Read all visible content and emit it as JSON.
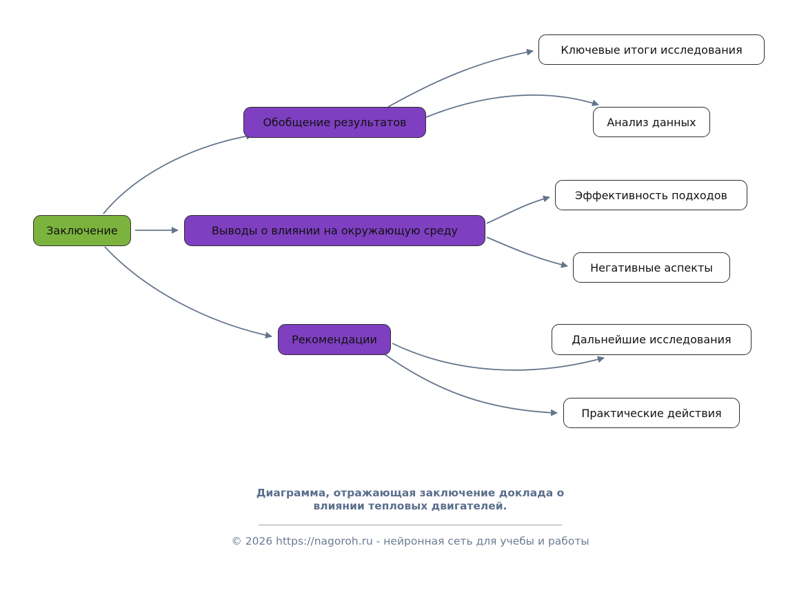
{
  "diagram": {
    "root": {
      "label": "Заключение"
    },
    "branches": [
      {
        "label": "Обобщение результатов",
        "children": [
          {
            "label": "Ключевые итоги исследования"
          },
          {
            "label": "Анализ данных"
          }
        ]
      },
      {
        "label": "Выводы о влиянии на окружающую среду",
        "children": [
          {
            "label": "Эффективность подходов"
          },
          {
            "label": "Негативные аспекты"
          }
        ]
      },
      {
        "label": "Рекомендации",
        "children": [
          {
            "label": "Дальнейшие исследования"
          },
          {
            "label": "Практические действия"
          }
        ]
      }
    ],
    "colors": {
      "root_fill": "#7cb33e",
      "root_border": "#2f2f2f",
      "branch_fill": "#7e3fc0",
      "branch_border": "#2f2f2f",
      "leaf_fill": "#ffffff",
      "leaf_border": "#2b2b2b",
      "edge": "#64748b"
    }
  },
  "footer": {
    "caption_line1": "Диаграмма, отражающая заключение доклада о",
    "caption_line2": "влиянии тепловых двигателей.",
    "copyright": "© 2026 https://nagoroh.ru - нейронная сеть для учебы и работы"
  }
}
